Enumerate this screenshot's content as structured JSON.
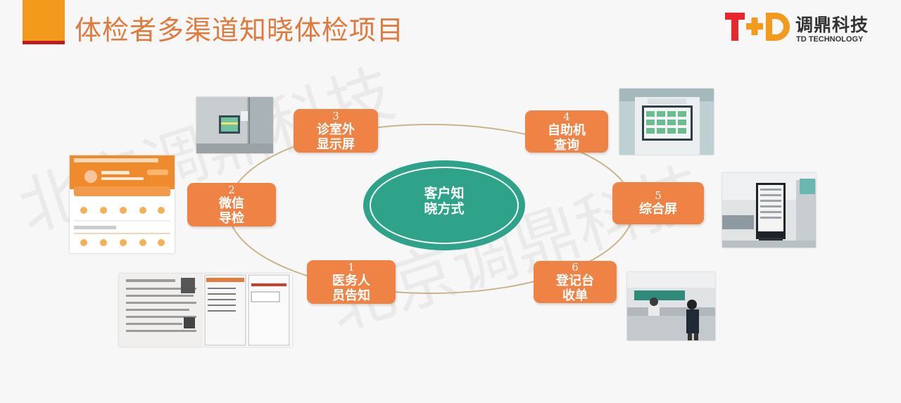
{
  "title": "体检者多渠道知晓体检项目",
  "logo": {
    "cn": "调鼎科技",
    "en": "TD TECHNOLOGY",
    "mark": "T+D"
  },
  "watermark": [
    "北京调鼎科技",
    "北京调鼎科技"
  ],
  "center": {
    "line1": "客户知",
    "line2": "晓方式"
  },
  "nodes": [
    {
      "num": "3",
      "label": "诊室外\n显示屏"
    },
    {
      "num": "4",
      "label": "自助机\n查询"
    },
    {
      "num": "2",
      "label": "微信\n导检"
    },
    {
      "num": "5",
      "label": "综合屏"
    },
    {
      "num": "1",
      "label": "医务人\n员告知"
    },
    {
      "num": "6",
      "label": "登记台\n收单"
    }
  ],
  "colors": {
    "accent": "#f39a1c",
    "node": "#ef8245",
    "center": "#2ea38a",
    "title": "#e07a3c",
    "ring": "#c9b58a",
    "logo_red": "#e8262c",
    "logo_orange": "#f39a1c"
  },
  "icons": [
    "wall-display-photo",
    "self-service-kiosk-photo",
    "wechat-screenshot-photo",
    "standing-screen-photo",
    "paper-form-photo",
    "registration-desk-photo"
  ]
}
